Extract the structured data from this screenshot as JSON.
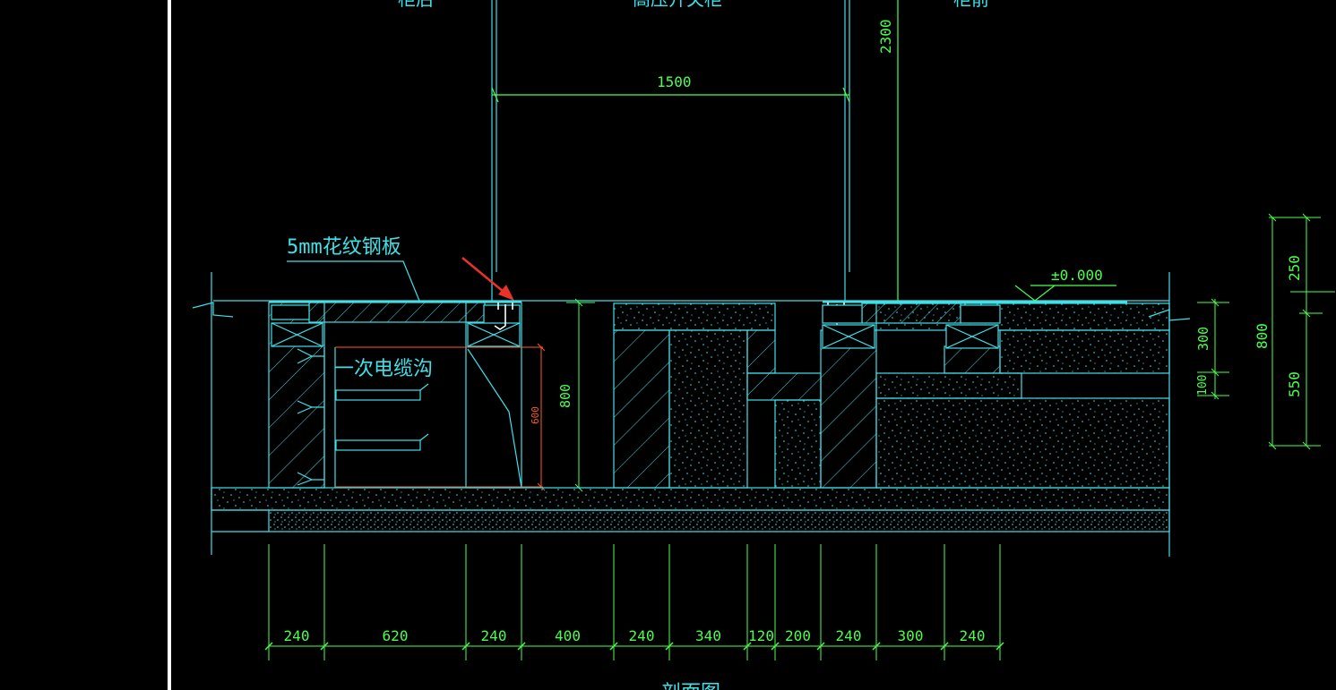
{
  "colors": {
    "background": "#000000",
    "structure": "#3fe0e8",
    "dimension": "#4cff4c",
    "annotation": "#ff5a28",
    "arrow": "#e8322a",
    "border": "#ffffff"
  },
  "top_labels": {
    "left": "柜后",
    "center": "高压开关柜",
    "right": "柜前"
  },
  "labels": {
    "steel_plate": "5mm花纹钢板",
    "cable_trench": "一次电缆沟",
    "elevation": "±0.000",
    "bottom_caption": "剖面图"
  },
  "dimensions": {
    "cabinet_width": "1500",
    "cabinet_height": "2300",
    "trench_depth": "800",
    "inner_depth": "600",
    "right_300": "300",
    "right_100": "100",
    "outer_250": "250",
    "outer_550": "550",
    "outer_800": "800",
    "bottom": [
      "240",
      "620",
      "240",
      "400",
      "240",
      "340",
      "120",
      "200",
      "240",
      "300",
      "240"
    ]
  }
}
